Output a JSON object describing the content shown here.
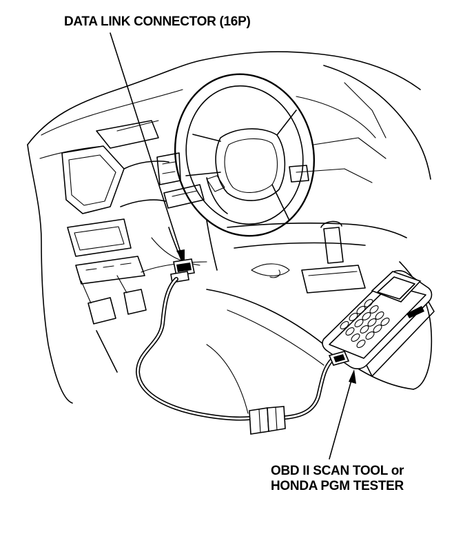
{
  "labels": {
    "connector": "DATA LINK CONNECTOR (16P)",
    "tool_line1": "OBD II SCAN TOOL or",
    "tool_line2": "HONDA PGM TESTER"
  },
  "colors": {
    "line": "#000000",
    "background": "#ffffff"
  },
  "icons": {
    "steering_wheel": "steering-wheel-icon",
    "scan_tool": "handheld-scan-tool-icon",
    "connector": "data-link-connector-icon"
  }
}
